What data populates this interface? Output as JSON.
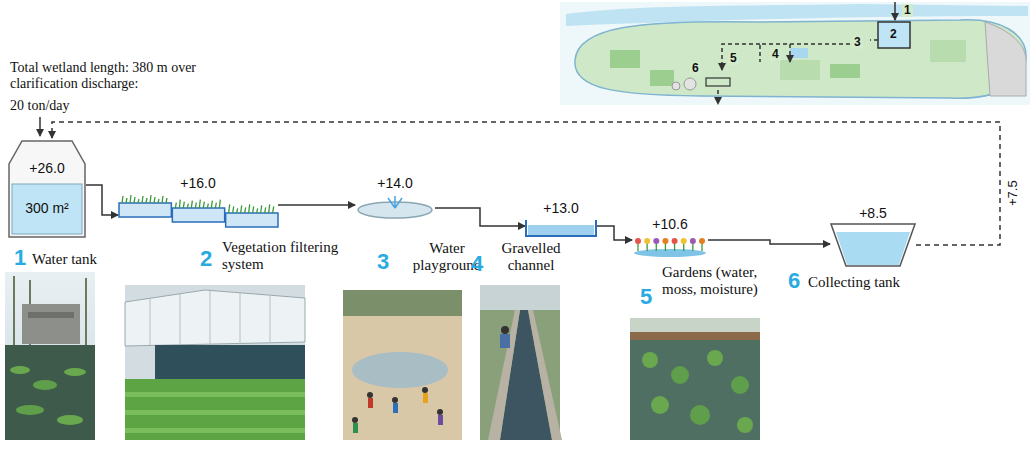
{
  "diagram": {
    "nodes": [
      {
        "text": [
          "+26.0",
          "300 m²",
          "1",
          "Water tank"
        ]
      },
      {
        "text": [
          "+16.0",
          "2",
          "Vegetation filtering system"
        ]
      },
      {
        "text": [
          "+14.0",
          "3",
          "Water playground"
        ]
      },
      {
        "text": [
          "+13.0",
          "4",
          "Gravelled channel"
        ]
      },
      {
        "text": [
          "+10.6",
          "5",
          "Gardens (water, moss, moisture)"
        ]
      },
      {
        "text": [
          "+8.5",
          "6",
          "Collecting tank"
        ]
      }
    ],
    "edges": [
      {
        "from": 0,
        "to": 1,
        "arrow": "to"
      },
      {
        "from": 1,
        "to": 2,
        "arrow": "to"
      },
      {
        "from": 2,
        "to": 3,
        "arrow": "to"
      },
      {
        "from": 3,
        "to": 4,
        "arrow": "to"
      },
      {
        "from": 4,
        "to": 5,
        "arrow": "to"
      },
      {
        "from": 5,
        "to": 0,
        "arrow": "to",
        "label": "+7.5"
      }
    ],
    "labels": [
      "Total wetland length: 380 m over clarification discharge:",
      "20 ton/day",
      "1",
      "2",
      "3",
      "4",
      "5",
      "6"
    ]
  }
}
